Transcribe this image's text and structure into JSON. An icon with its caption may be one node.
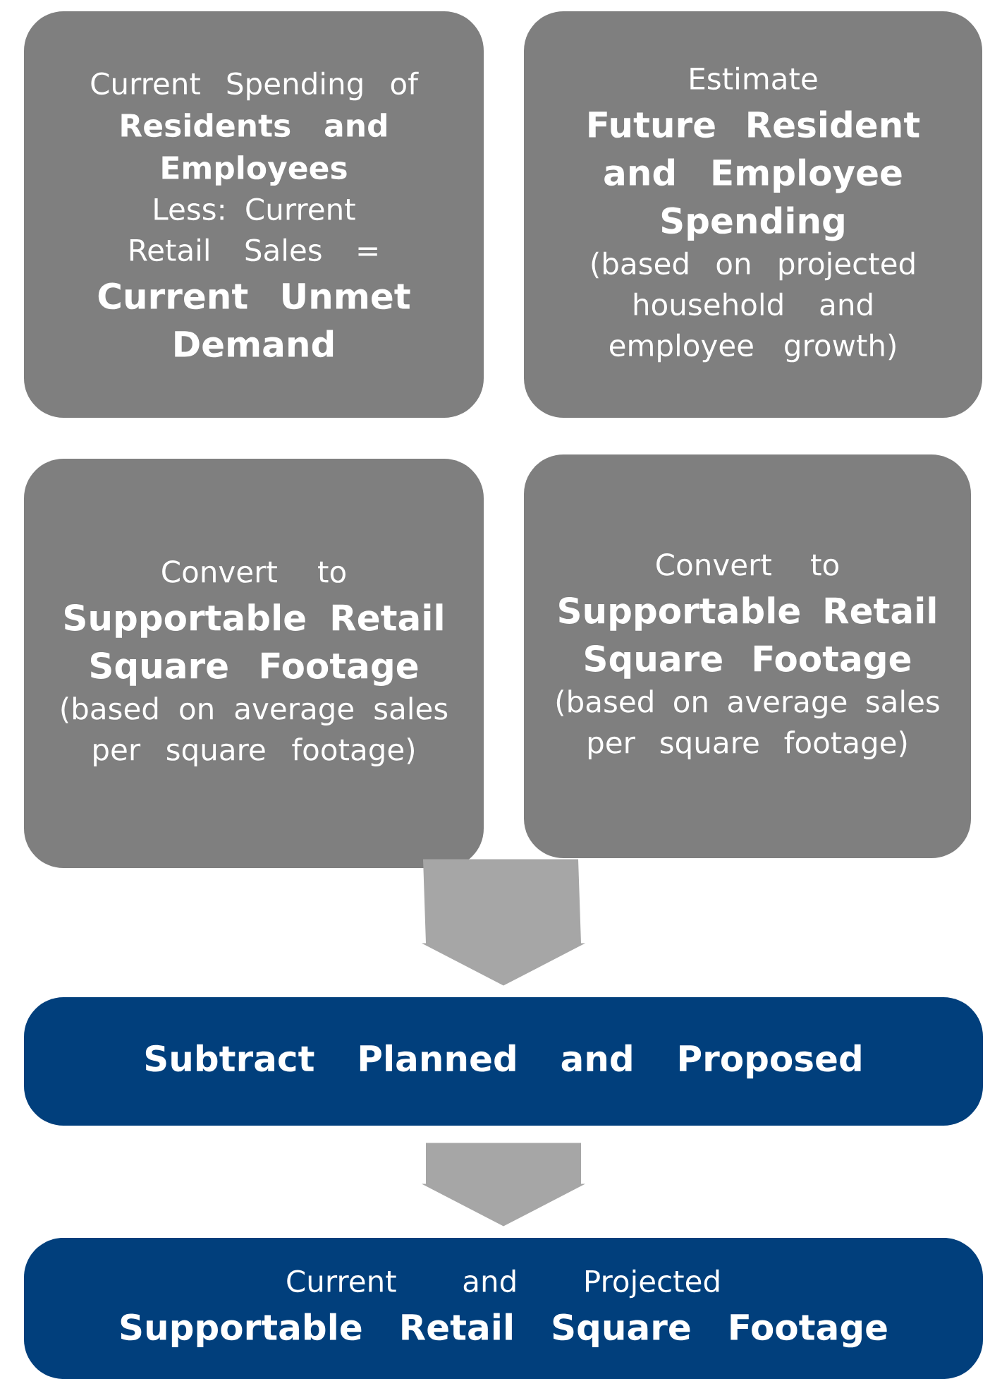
{
  "diagram": {
    "nodes": [
      {
        "text": [
          "Current Spending of",
          "Residents and Employees",
          "Less: Current Retail Sales =",
          "Current Unmet Demand"
        ]
      },
      {
        "text": [
          "Estimate",
          "Future Resident and Employee Spending",
          "(based on projected household and employee growth)"
        ]
      },
      {
        "text": [
          "Convert to",
          "Supportable Retail Square Footage",
          "(based on average sales per square footage)"
        ]
      },
      {
        "text": [
          "Convert to",
          "Supportable Retail Square Footage",
          "(based on average sales per square footage)"
        ]
      },
      {
        "text": [
          "Subtract Planned and Proposed"
        ]
      },
      {
        "text": [
          "Current and Projected",
          "Supportable Retail Square Footage"
        ]
      }
    ],
    "edges": [
      {
        "from": 2,
        "to": 4,
        "arrow": "to"
      },
      {
        "from": 3,
        "to": 4,
        "arrow": "to"
      },
      {
        "from": 4,
        "to": 5,
        "arrow": "to"
      }
    ]
  }
}
